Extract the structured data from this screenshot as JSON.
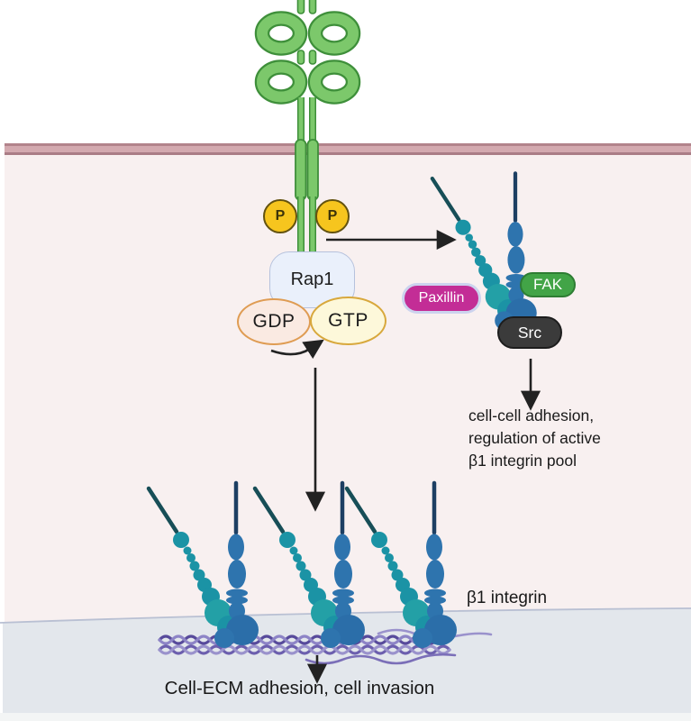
{
  "receptor": {
    "phospho_left": "P",
    "phospho_right": "P"
  },
  "signaling": {
    "rap1": "Rap1",
    "gdp": "GDP",
    "gtp": "GTP"
  },
  "adhesion_complex": {
    "paxillin": "Paxillin",
    "fak": "FAK",
    "src": "Src"
  },
  "outcomes": {
    "cell_cell": {
      "lines": [
        "cell-cell adhesion,",
        "regulation of active",
        "β1 integrin pool"
      ]
    },
    "cell_ecm": "Cell-ECM adhesion, cell invasion"
  },
  "labels": {
    "b1_integrin": "β1 integrin"
  },
  "colors": {
    "receptor_green": "#7cc86b",
    "receptor_outline": "#3e8f3a",
    "membrane_fill": "#d3a9af",
    "membrane_edge": "#b2838b",
    "cell_bg": "#f8f0f0",
    "ecm_bg": "#e3e7ec",
    "phospho_yellow": "#f6c51e",
    "rap1_fill": "#eaf0fb",
    "rap1_border": "#b6c2dd",
    "gdp_fill": "#faeae2",
    "gdp_border": "#df9c53",
    "gtp_fill": "#fdf8da",
    "gtp_border": "#d8a83c",
    "paxillin_pink": "#c32d96",
    "fak_green": "#42a447",
    "src_gray": "#3b3b3b",
    "integrin_teal": "#1b93a5",
    "integrin_blue": "#2e74ae",
    "integrin_dark_teal": "#174e57",
    "integrin_dark_blue": "#1d3f63",
    "ecm_fiber_purple": "#6c5fae",
    "arrow_black": "#222222"
  }
}
